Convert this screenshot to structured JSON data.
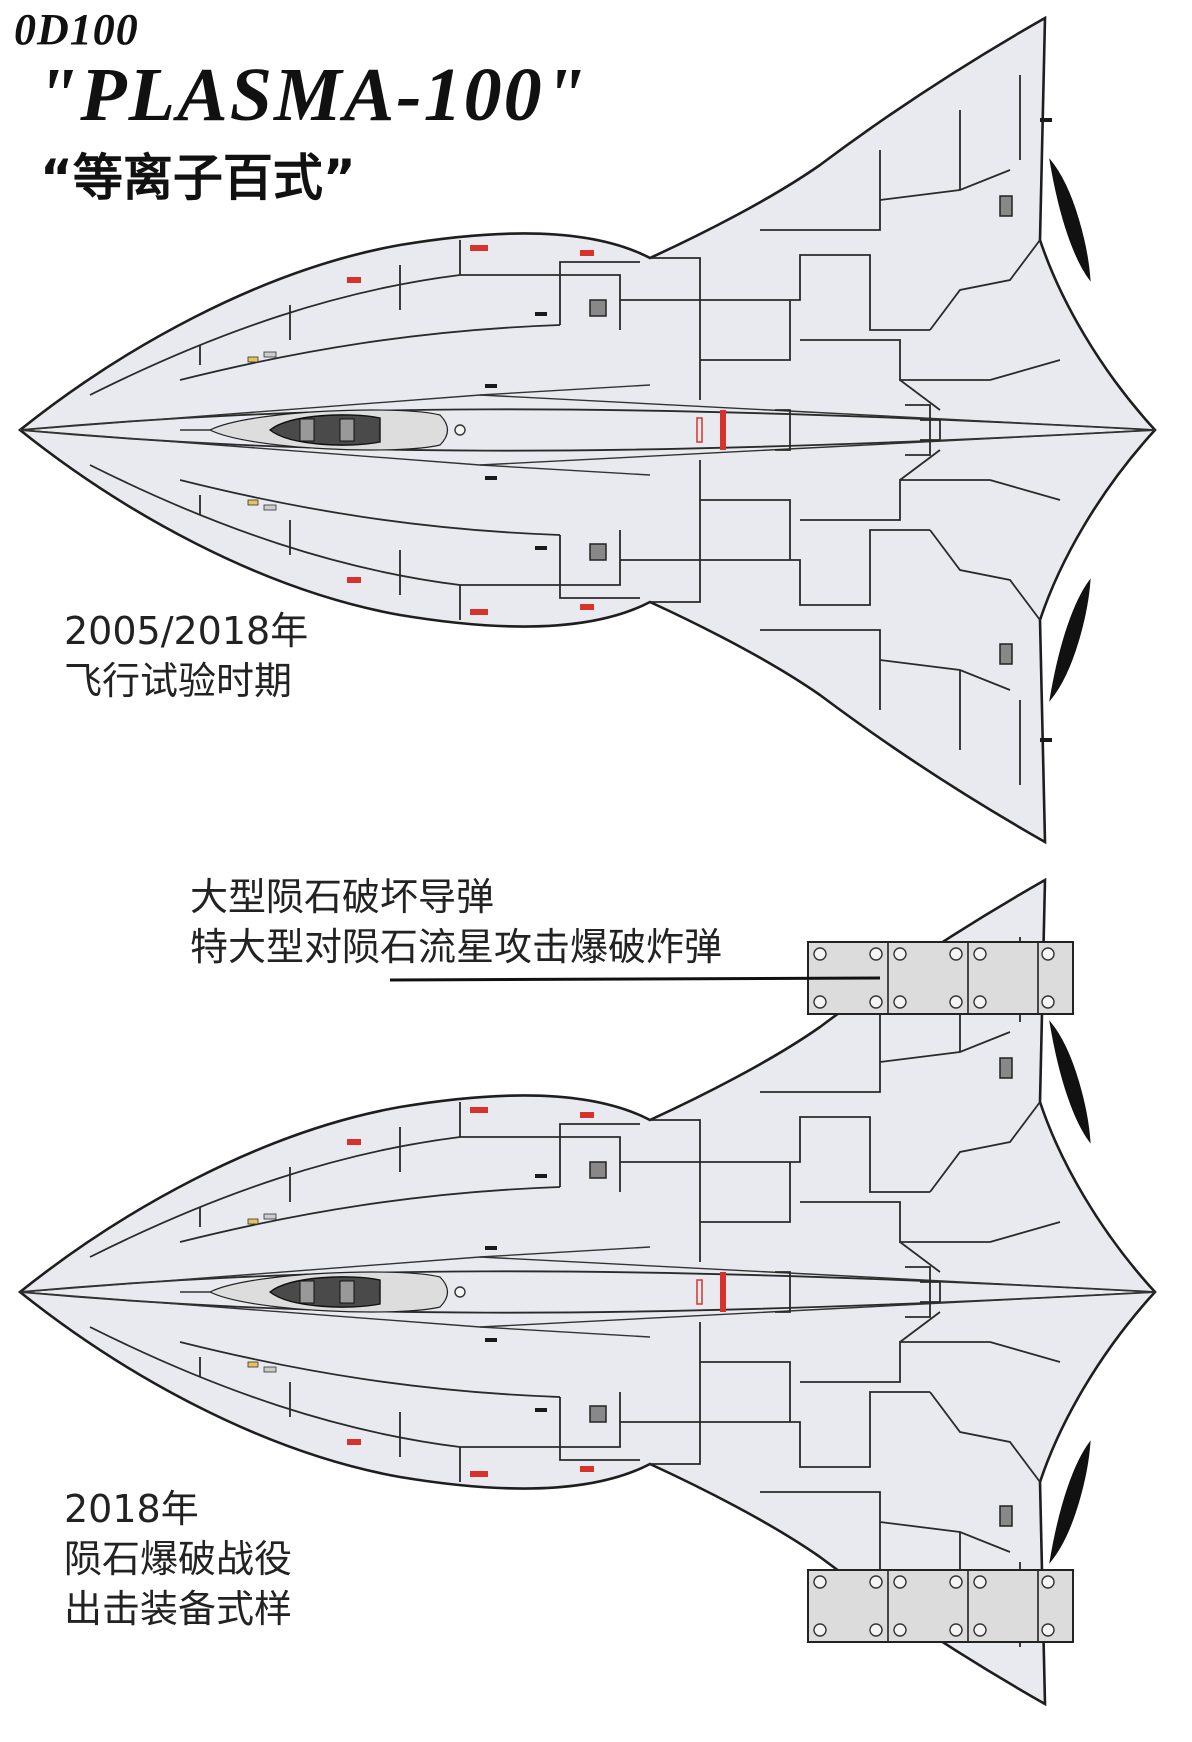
{
  "title": {
    "code": "0D100",
    "name": "\"PLASMA-100\"",
    "chinese": "“等离子百式”"
  },
  "captions": {
    "top": [
      "2005/2018年",
      "飞行试验时期"
    ],
    "bottom": [
      "2018年",
      "陨石爆破战役",
      "出击装备式样"
    ]
  },
  "annotation": [
    "大型陨石破坏导弹",
    "特大型对陨石流星攻击爆破炸弹"
  ],
  "colors": {
    "hull": "#e9eaef",
    "outline": "#1e1e1e",
    "marker_red": "#d8322c",
    "intake": "#111111"
  },
  "aircraft": [
    {
      "variant": "flight-test",
      "stores": 0
    },
    {
      "variant": "combat-loadout",
      "stores": 2
    }
  ]
}
